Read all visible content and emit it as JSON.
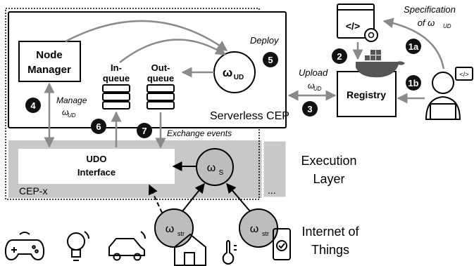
{
  "diagram": {
    "node_manager": [
      "Node",
      "Manager"
    ],
    "in_queue": [
      "In-",
      "queue"
    ],
    "out_queue": [
      "Out-",
      "queue"
    ],
    "omega_ud": "ω",
    "omega_ud_sub": "UD",
    "serverless_cep": "Serverless CEP",
    "deploy": "Deploy",
    "manage": "Manage",
    "manage_omega": "ω",
    "manage_omega_sub": "UD",
    "exchange_events": "Exchange events",
    "udo_interface": [
      "UDO",
      "Interface"
    ],
    "cep_x": "CEP-x",
    "omega_s": "ω",
    "omega_s_sub": "S",
    "omega_str": "ω",
    "omega_str_sub": "str",
    "ellipsis": "...",
    "execution_layer": [
      "Execution",
      "Layer"
    ],
    "internet_of_things": [
      "Internet of",
      "Things"
    ],
    "registry": "Registry",
    "upload": "Upload",
    "upload_omega": "ω",
    "upload_omega_sub": "UD",
    "specification": [
      "Specification",
      "of ω"
    ],
    "specification_sub": "UD",
    "steps": [
      "1a",
      "1b",
      "2",
      "3",
      "4",
      "5",
      "6",
      "7"
    ]
  },
  "colors": {
    "layer_gray": "#c8c8c8",
    "node_gray": "#bdbdbd",
    "arrow_gray": "#8a8a8a",
    "badge": "#111111",
    "docker": "#555555"
  }
}
